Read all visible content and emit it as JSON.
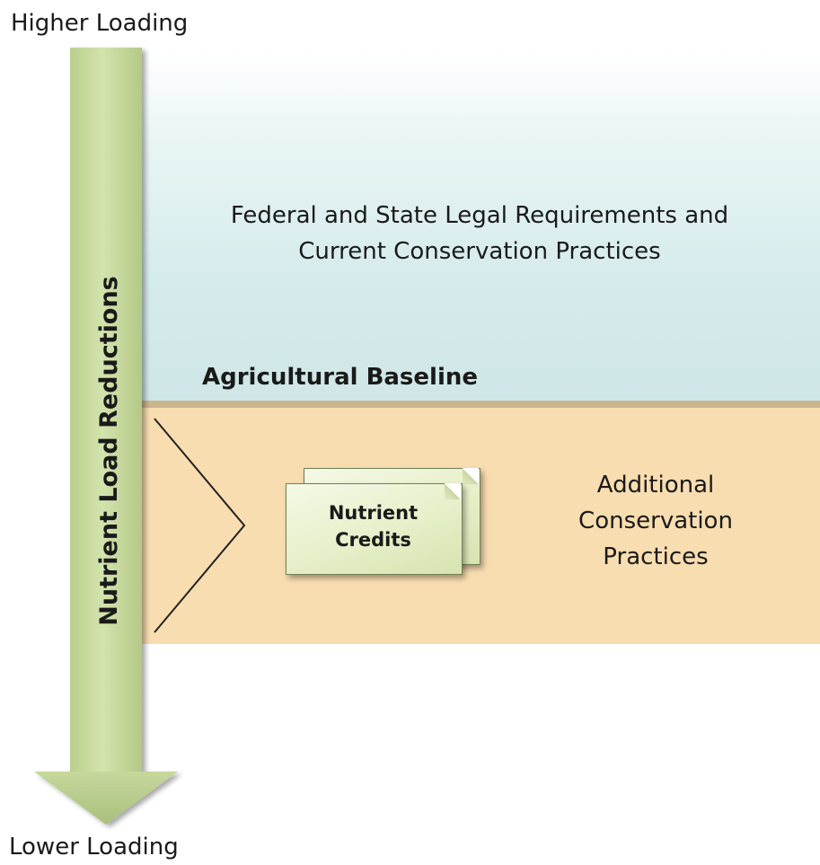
{
  "axis": {
    "top_label": "Higher Loading",
    "bottom_label": "Lower Loading",
    "arrow_label": "Nutrient Load Reductions"
  },
  "upper_band": {
    "line1": "Federal and State Legal Requirements and",
    "line2": "Current Conservation Practices"
  },
  "baseline": {
    "label": "Agricultural Baseline"
  },
  "lower_band": {
    "line1": "Additional",
    "line2": "Conservation",
    "line3": "Practices"
  },
  "credits": {
    "line1": "Nutrient",
    "line2": "Credits"
  },
  "colors": {
    "arrow": "#c9dca0",
    "upper_band": "#d6ebec",
    "baseline": "#cbb58e",
    "lower_band": "#f8ddb0",
    "credit_card": "#e6efc9"
  }
}
